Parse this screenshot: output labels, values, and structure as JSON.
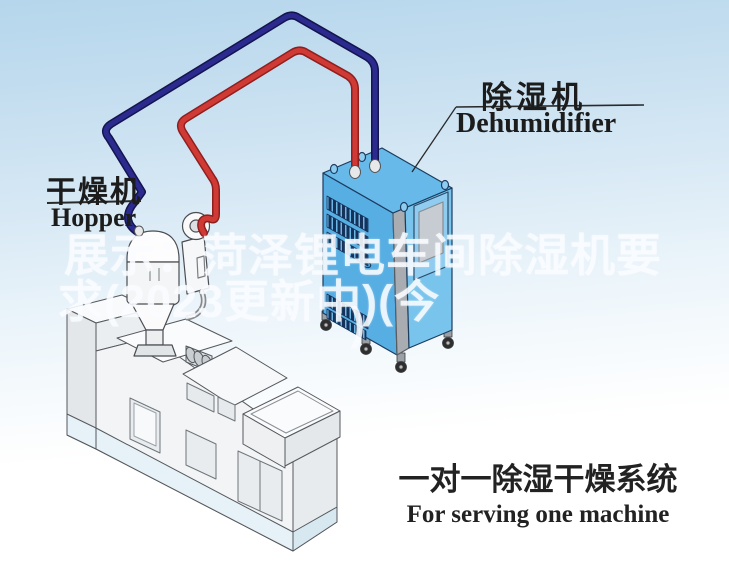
{
  "labels": {
    "hopper": {
      "cn": "干燥机",
      "en": "Hopper"
    },
    "dehumidifier": {
      "cn": "除湿机",
      "en": "Dehumidifier"
    }
  },
  "watermark": {
    "line1": "展示：菏泽锂电车间除湿机要",
    "line2": "求(2023更新中)(今",
    "line3": ")"
  },
  "caption": {
    "line_cn": "一对一除湿干燥系统",
    "line_en": "For serving one machine"
  },
  "colors": {
    "background_top": "#b5d6ec",
    "background_bottom": "#ffffff",
    "cabinet_left_face": "#57aee3",
    "cabinet_right_face": "#79c4ec",
    "cabinet_top_face": "#66b9e8",
    "cabinet_outline": "#1c3c60",
    "pipe_red": "#d03a34",
    "pipe_navy": "#2b2b8f",
    "machine_body": "#f2f4f6",
    "machine_base_blue": "#e6f2f8",
    "label_text": "#1c1c1c",
    "watermark_white": "rgba(249,252,255,0.85)"
  }
}
